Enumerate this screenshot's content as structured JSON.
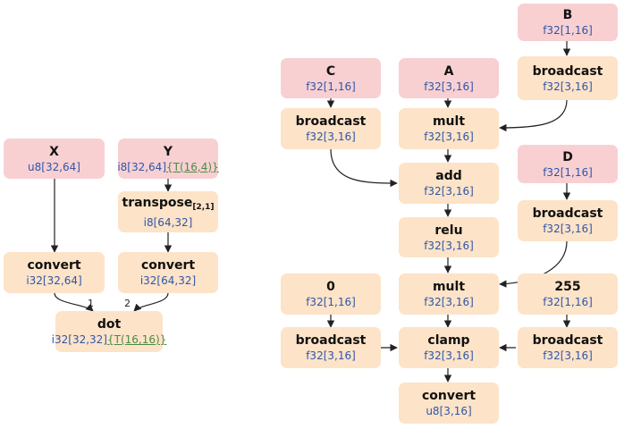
{
  "left": {
    "nodes": {
      "x": {
        "label": "X",
        "type": "u8[32,64]"
      },
      "y": {
        "label": "Y",
        "type": "i8[32,64]",
        "annotation": "{T(16,4)}"
      },
      "transpose": {
        "label": "transpose",
        "label_sub": "[2,1]",
        "type": "i8[64,32]"
      },
      "convert_x": {
        "label": "convert",
        "type": "i32[32,64]"
      },
      "convert_y": {
        "label": "convert",
        "type": "i32[64,32]"
      },
      "dot": {
        "label": "dot",
        "type": "i32[32,32]",
        "annotation": "{T(16,16)}"
      }
    },
    "operand_labels": {
      "first": "1",
      "second": "2"
    }
  },
  "right": {
    "nodes": {
      "b": {
        "label": "B",
        "type": "f32[1,16]"
      },
      "c": {
        "label": "C",
        "type": "f32[1,16]"
      },
      "a": {
        "label": "A",
        "type": "f32[3,16]"
      },
      "broadcast_b": {
        "label": "broadcast",
        "type": "f32[3,16]"
      },
      "broadcast_c": {
        "label": "broadcast",
        "type": "f32[3,16]"
      },
      "mult_1": {
        "label": "mult",
        "type": "f32[3,16]"
      },
      "add": {
        "label": "add",
        "type": "f32[3,16]"
      },
      "d": {
        "label": "D",
        "type": "f32[1,16]"
      },
      "relu": {
        "label": "relu",
        "type": "f32[3,16]"
      },
      "broadcast_d": {
        "label": "broadcast",
        "type": "f32[3,16]"
      },
      "zero": {
        "label": "0",
        "type": "f32[1,16]"
      },
      "mult_2": {
        "label": "mult",
        "type": "f32[3,16]"
      },
      "c255": {
        "label": "255",
        "type": "f32[1,16]"
      },
      "broadcast_0": {
        "label": "broadcast",
        "type": "f32[3,16]"
      },
      "clamp": {
        "label": "clamp",
        "type": "f32[3,16]"
      },
      "broadcast_255": {
        "label": "broadcast",
        "type": "f32[3,16]"
      },
      "convert_out": {
        "label": "convert",
        "type": "u8[3,16]"
      }
    }
  },
  "colors": {
    "input_fill": "#f8d0d2",
    "op_fill": "#fde3c8",
    "type_text": "#2f56a8",
    "annotation_text": "#4d8a45",
    "edge": "#222222"
  }
}
